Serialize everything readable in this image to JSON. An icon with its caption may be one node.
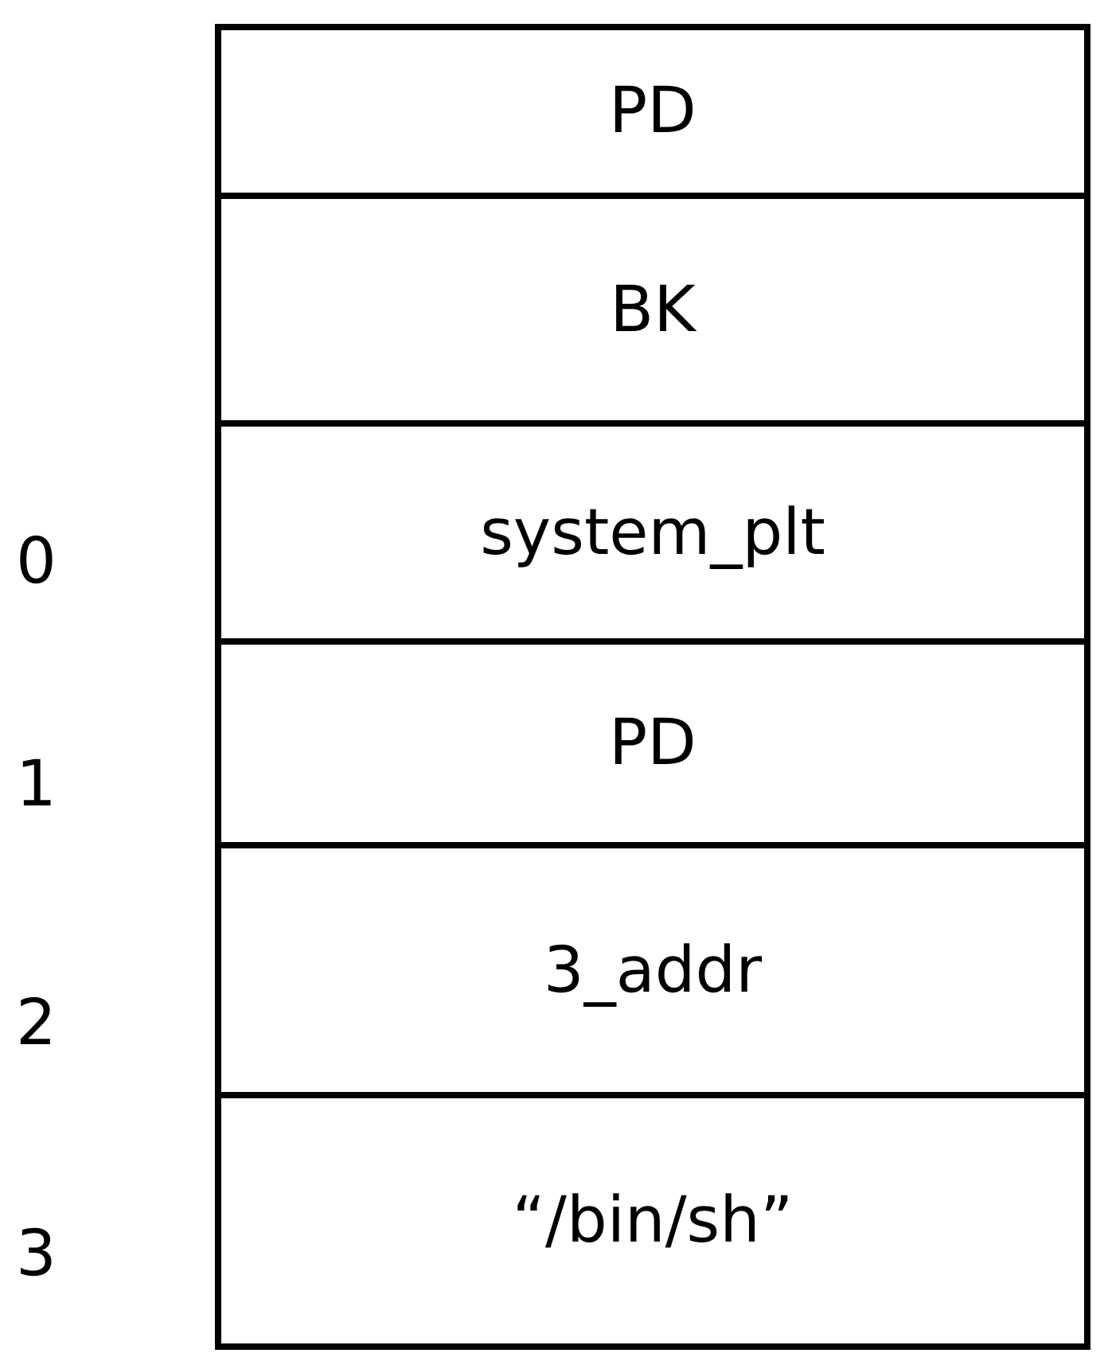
{
  "diagram": {
    "nodes": [
      {
        "text": [
          "PD"
        ]
      },
      {
        "text": [
          "BK"
        ]
      },
      {
        "text": [
          "system_plt"
        ]
      },
      {
        "text": [
          "PD"
        ]
      },
      {
        "text": [
          "3_addr"
        ]
      },
      {
        "text": [
          "“/bin/sh”"
        ]
      }
    ],
    "labels": [
      "0",
      "1",
      "2",
      "3"
    ]
  }
}
